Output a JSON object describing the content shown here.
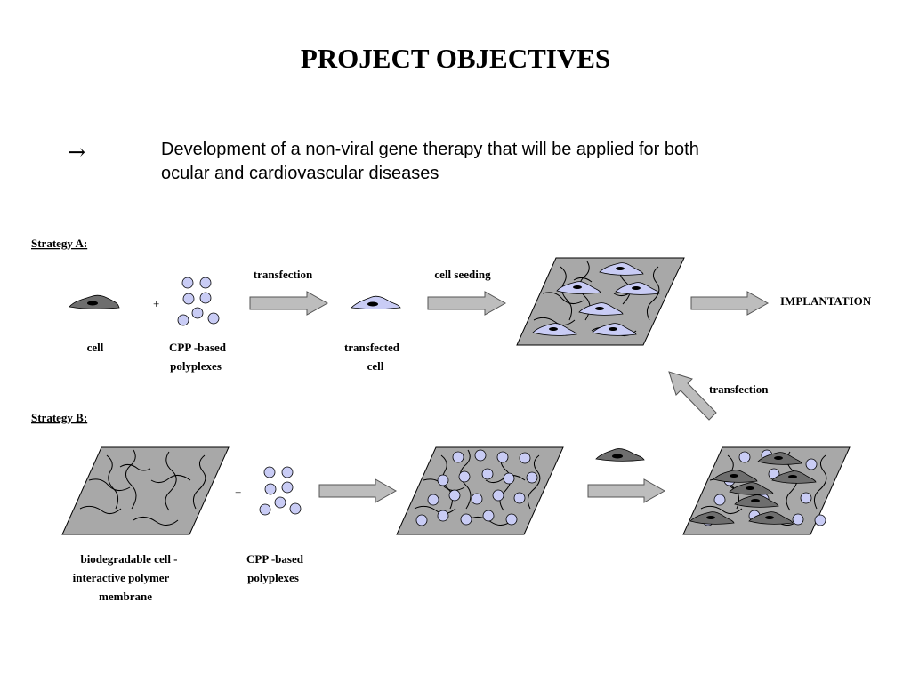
{
  "slide": {
    "title": "PROJECT OBJECTIVES",
    "bullet_symbol": "→",
    "objective_line1": "Development of a non-viral gene therapy that will be applied for both",
    "objective_line2": "ocular and cardiovascular diseases"
  },
  "strategy_a": {
    "heading": "Strategy   A:",
    "cell_label": "cell",
    "plus": "+",
    "polyplex_label_1": "CPP -based",
    "polyplex_label_2": "polyplexes",
    "arrow1_label": "transfection",
    "transfected_label_1": "transfected",
    "transfected_label_2": "cell",
    "arrow2_label": "cell  seeding",
    "implantation_label": "IMPLANTATION"
  },
  "strategy_b": {
    "heading": "Strategy   B:",
    "membrane_label_1": "biodegradable cell     -",
    "membrane_label_2": "interactive polymer",
    "membrane_label_3": "membrane",
    "plus": "+",
    "polyplex_label_1": "CPP -based",
    "polyplex_label_2": "polyplexes",
    "up_arrow_label": "transfection"
  },
  "colors": {
    "membrane_fill": "#a8a8a8",
    "cell_dark": "#6e6e6e",
    "cell_light": "#c9ccf5",
    "polyplex": "#c9ccf5",
    "arrow_fill": "#bdbdbd"
  }
}
